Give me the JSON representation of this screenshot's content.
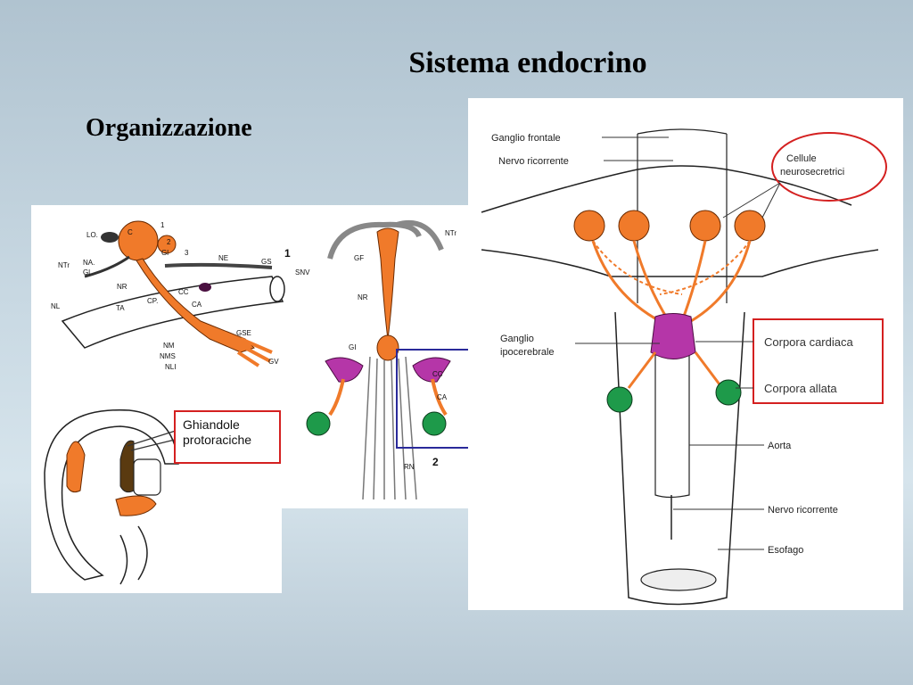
{
  "slide": {
    "title": "Sistema endocrino",
    "subtitle": "Organizzazione"
  },
  "colors": {
    "background": "#c9d9e3",
    "orange_gland": "#f07a2a",
    "purple_cc": "#b536a8",
    "green_ca": "#1e9a4a",
    "red_box": "#d42020",
    "blue_box": "#2a2a9a"
  },
  "diagram_left": {
    "figure_number": "1",
    "labels": {
      "lo": "LO.",
      "c": "C",
      "n1": "1",
      "n2": "2",
      "n3": "3",
      "gl": "Gl",
      "ntr": "NTr",
      "na": "NA.",
      "gi": "Gl",
      "nr": "NR",
      "nl": "NL",
      "ne": "NE",
      "gs": "GS",
      "snv": "SNV",
      "cp": "CP.",
      "cc": "CC",
      "ca": "CA",
      "ta": "TA",
      "gse": "GSE",
      "nm": "NM",
      "nms": "NMS",
      "nli": "NLI",
      "gv": "GV"
    }
  },
  "diagram_middle": {
    "figure_number": "2",
    "labels": {
      "ntr": "NTr",
      "gf": "GF",
      "nr": "NR",
      "gi": "GI",
      "cc": "CC",
      "ca": "CA",
      "rn": "RN"
    }
  },
  "diagram_bottom": {
    "callout": [
      "Ghiandole",
      "protoraciche"
    ]
  },
  "diagram_right": {
    "labels": {
      "ganglio_frontale": "Ganglio frontale",
      "nervo_ricorrente_top": "Nervo ricorrente",
      "cellule": [
        "Cellule",
        "neurosecretrici"
      ],
      "ganglio_ipo": [
        "Ganglio",
        "ipocerebrale"
      ],
      "corpora_cardiaca": "Corpora cardiaca",
      "corpora_allata": "Corpora allata",
      "aorta": "Aorta",
      "nervo_ricorrente_bottom": "Nervo ricorrente",
      "esofago": "Esofago"
    }
  }
}
